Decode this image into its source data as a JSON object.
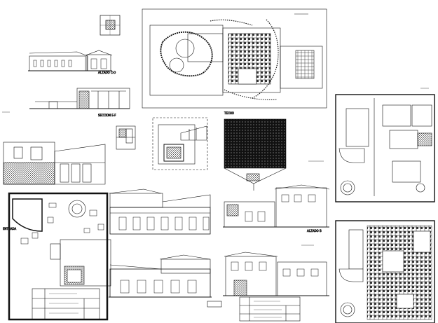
{
  "drawing": {
    "background": "#ffffff",
    "ink": "#111111",
    "panels": [
      {
        "id": "location-key-plan",
        "label": ""
      },
      {
        "id": "elevation-front",
        "label": "ALZADO C-D"
      },
      {
        "id": "section-e-f",
        "label": "SECCION E-F"
      },
      {
        "id": "site-plan",
        "label": ""
      },
      {
        "id": "stair-detail",
        "label": ""
      },
      {
        "id": "pool-plan",
        "label": ""
      },
      {
        "id": "roof-plan",
        "label": "TECHO"
      },
      {
        "id": "section-long",
        "label": ""
      },
      {
        "id": "ground-floor-plan",
        "label": ""
      },
      {
        "id": "elevation-long-1",
        "label": ""
      },
      {
        "id": "elevation-b",
        "label": "ALZADO B"
      },
      {
        "id": "floor-plan-right-upper",
        "label": ""
      },
      {
        "id": "floor-plan-right-lower",
        "label": ""
      },
      {
        "id": "elevation-long-2",
        "label": ""
      },
      {
        "id": "elevation-c",
        "label": ""
      },
      {
        "id": "title-block-left",
        "label": ""
      },
      {
        "id": "title-block-right",
        "label": ""
      }
    ],
    "notes": {
      "entrance": "ENTRADA"
    }
  }
}
